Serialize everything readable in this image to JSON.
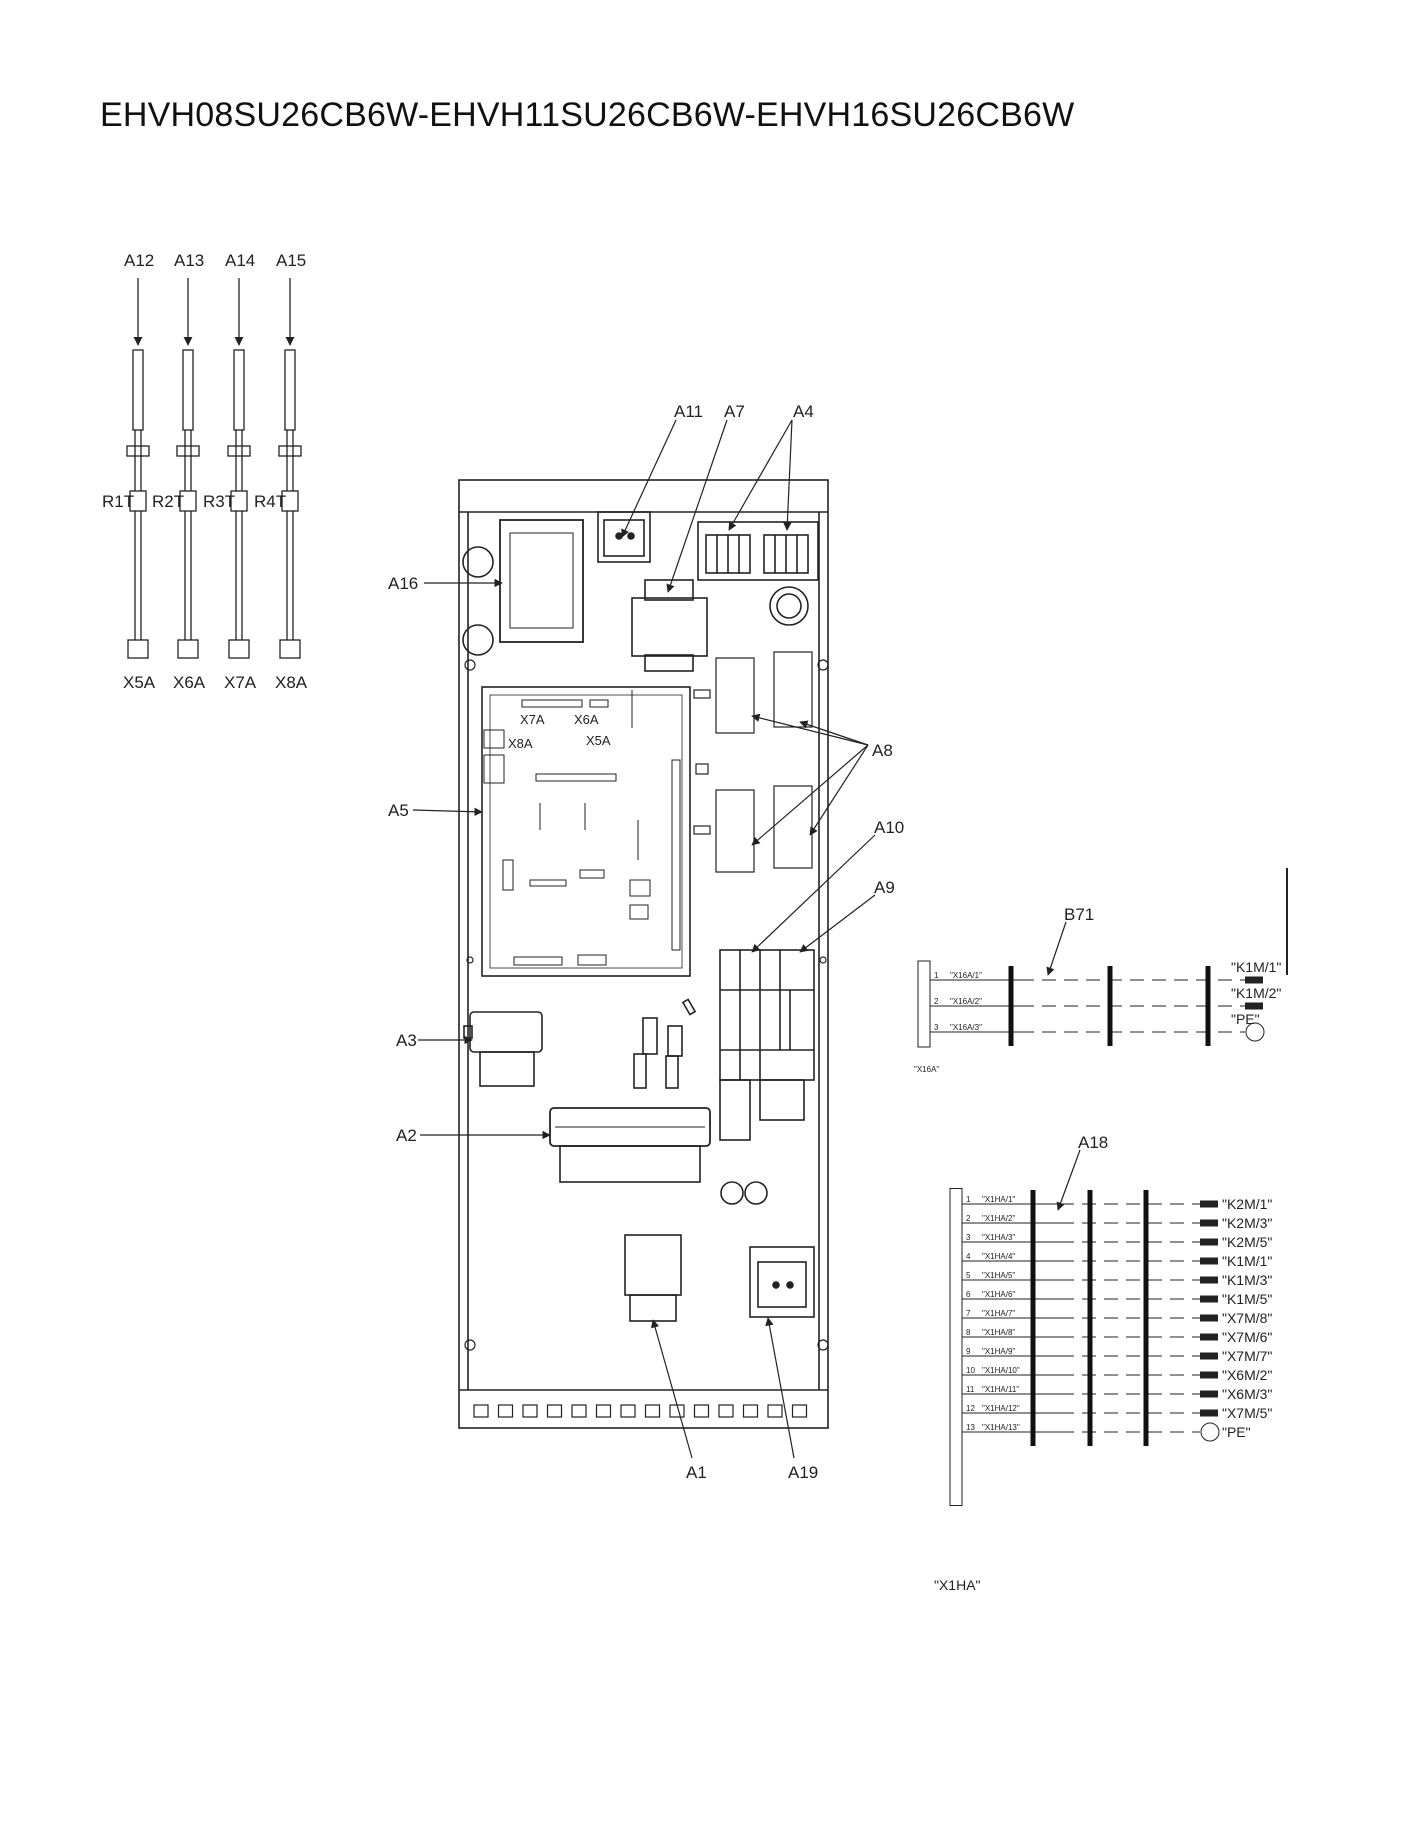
{
  "title": "EHVH08SU26CB6W-EHVH11SU26CB6W-EHVH16SU26CB6W",
  "sensors": [
    {
      "top": "A12",
      "res": "R1T",
      "conn": "X5A"
    },
    {
      "top": "A13",
      "res": "R2T",
      "conn": "X6A"
    },
    {
      "top": "A14",
      "res": "R3T",
      "conn": "X7A"
    },
    {
      "top": "A15",
      "res": "R4T",
      "conn": "X8A"
    }
  ],
  "callouts": {
    "a11": "A11",
    "a7": "A7",
    "a4": "A4",
    "a16": "A16",
    "a8": "A8",
    "a5": "A5",
    "a10": "A10",
    "a9": "A9",
    "a3": "A3",
    "a2": "A2",
    "a1": "A1",
    "a19": "A19",
    "b71": "B71",
    "a18": "A18"
  },
  "pcb_labels": {
    "x7a": "X7A",
    "x6a": "X6A",
    "x8a": "X8A",
    "x5a": "X5A"
  },
  "b71_harness": {
    "pins": [
      "1",
      "2",
      "3"
    ],
    "wire_tags": [
      "\"X16A/1\"",
      "\"X16A/2\"",
      "\"X16A/3\""
    ],
    "ends": [
      "\"K1M/1\"",
      "\"K1M/2\"",
      "\"PE\""
    ],
    "connector": "\"X16A\""
  },
  "a18_harness": {
    "pins": [
      "1",
      "2",
      "3",
      "4",
      "5",
      "6",
      "7",
      "8",
      "9",
      "10",
      "11",
      "12",
      "13"
    ],
    "wire_tags": [
      "\"X1HA/1\"",
      "\"X1HA/2\"",
      "\"X1HA/3\"",
      "\"X1HA/4\"",
      "\"X1HA/5\"",
      "\"X1HA/6\"",
      "\"X1HA/7\"",
      "\"X1HA/8\"",
      "\"X1HA/9\"",
      "\"X1HA/10\"",
      "\"X1HA/11\"",
      "\"X1HA/12\"",
      "\"X1HA/13\""
    ],
    "ends": [
      "\"K2M/1\"",
      "\"K2M/3\"",
      "\"K2M/5\"",
      "\"K1M/1\"",
      "\"K1M/3\"",
      "\"K1M/5\"",
      "\"X7M/8\"",
      "\"X7M/6\"",
      "\"X7M/7\"",
      "\"X6M/2\"",
      "\"X6M/3\"",
      "\"X7M/5\"",
      "\"PE\""
    ],
    "connector": "\"X1HA\""
  }
}
